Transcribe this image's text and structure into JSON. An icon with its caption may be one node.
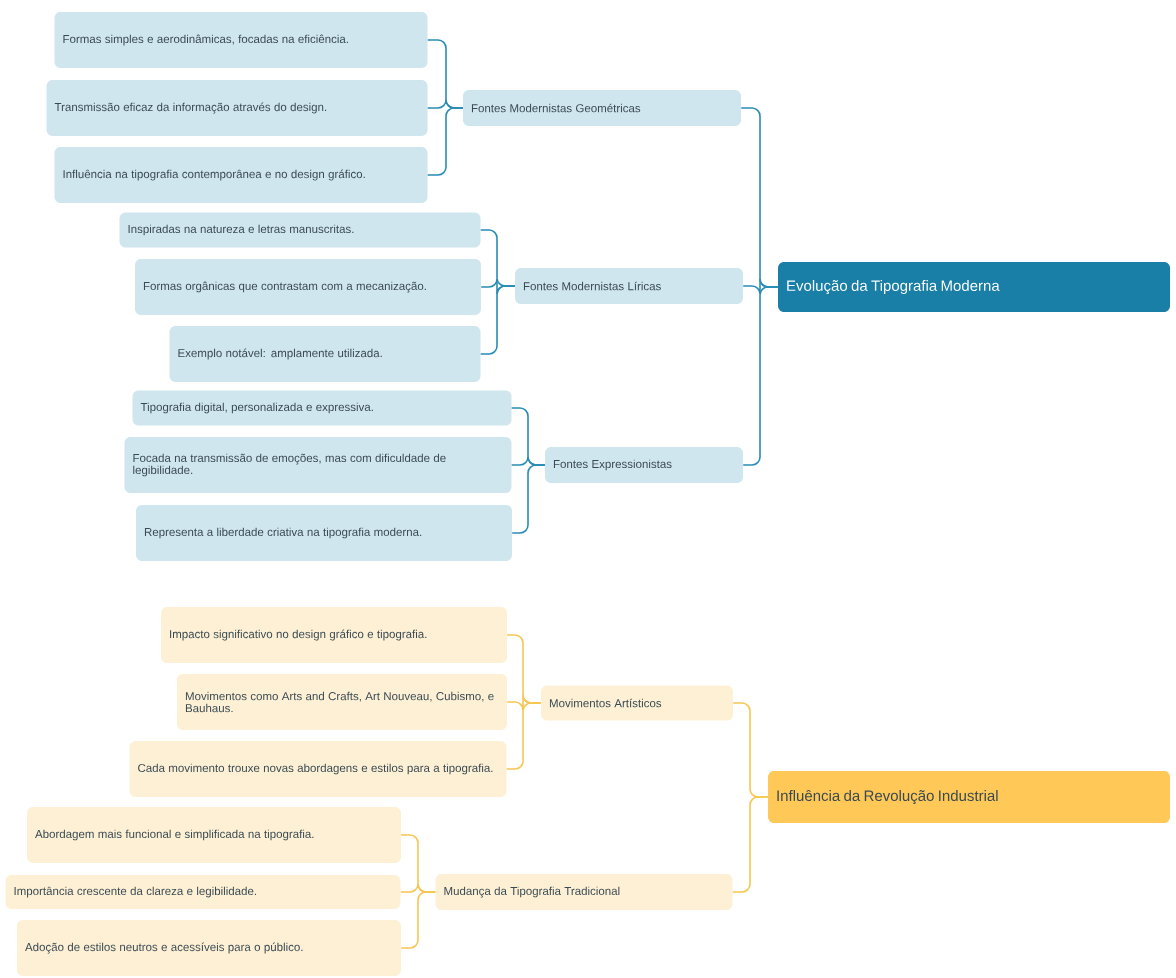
{
  "diagram": {
    "nodes": [
      {
        "text": [
          "Evolução da Tipografia Moderna"
        ]
      },
      {
        "text": [
          "Fontes Modernistas Geométricas"
        ]
      },
      {
        "text": [
          "Formas simples e aerodinâmicas, focadas na eficiência."
        ]
      },
      {
        "text": [
          "Transmissão eficaz da informação através do design."
        ]
      },
      {
        "text": [
          "Influência na tipografia contemporânea e no design gráfico."
        ]
      },
      {
        "text": [
          "Fontes Modernistas Líricas"
        ]
      },
      {
        "text": [
          "Inspiradas na natureza e letras manuscritas."
        ]
      },
      {
        "text": [
          "Formas orgânicas que contrastam com a mecanização."
        ]
      },
      {
        "text": [
          "Exemplo notável: amplamente utilizada."
        ]
      },
      {
        "text": [
          "Fontes Expressionistas"
        ]
      },
      {
        "text": [
          "Tipografia digital, personalizada e expressiva."
        ]
      },
      {
        "text": [
          "Focada na transmissão de emoções, mas com dificuldade de legibilidade."
        ]
      },
      {
        "text": [
          "Representa a liberdade criativa na tipografia moderna."
        ]
      },
      {
        "text": [
          "Influência da Revolução Industrial"
        ]
      },
      {
        "text": [
          "Movimentos Artísticos"
        ]
      },
      {
        "text": [
          "Impacto significativo no design gráfico e tipografia."
        ]
      },
      {
        "text": [
          "Movimentos como Arts and Crafts, Art Nouveau, Cubismo, e Bauhaus."
        ]
      },
      {
        "text": [
          "Cada movimento trouxe novas abordagens e estilos para a tipografia."
        ]
      },
      {
        "text": [
          "Mudança da Tipografia Tradicional"
        ]
      },
      {
        "text": [
          "Abordagem mais funcional e simplificada na tipografia."
        ]
      },
      {
        "text": [
          "Importância crescente da clareza e legibilidade."
        ]
      },
      {
        "text": [
          "Adoção de estilos neutros e acessíveis para o público."
        ]
      }
    ],
    "edges": [
      {
        "from": 0,
        "to": 1,
        "arrow": "none"
      },
      {
        "from": 1,
        "to": 2,
        "arrow": "none"
      },
      {
        "from": 1,
        "to": 3,
        "arrow": "none"
      },
      {
        "from": 1,
        "to": 4,
        "arrow": "none"
      },
      {
        "from": 0,
        "to": 5,
        "arrow": "none"
      },
      {
        "from": 5,
        "to": 6,
        "arrow": "none"
      },
      {
        "from": 5,
        "to": 7,
        "arrow": "none"
      },
      {
        "from": 5,
        "to": 8,
        "arrow": "none"
      },
      {
        "from": 0,
        "to": 9,
        "arrow": "none"
      },
      {
        "from": 9,
        "to": 10,
        "arrow": "none"
      },
      {
        "from": 9,
        "to": 11,
        "arrow": "none"
      },
      {
        "from": 9,
        "to": 12,
        "arrow": "none"
      },
      {
        "from": 13,
        "to": 14,
        "arrow": "none",
        "color": "#f5c652"
      },
      {
        "from": 14,
        "to": 15,
        "arrow": "none",
        "color": "#f5c652"
      },
      {
        "from": 14,
        "to": 16,
        "arrow": "none",
        "color": "#f5c652"
      },
      {
        "from": 14,
        "to": 17,
        "arrow": "none",
        "color": "#f5c652"
      },
      {
        "from": 13,
        "to": 18,
        "arrow": "none",
        "color": "#f5c652"
      },
      {
        "from": 18,
        "to": 19,
        "arrow": "none",
        "color": "#f5c652"
      },
      {
        "from": 18,
        "to": 20,
        "arrow": "none",
        "color": "#f5c652"
      },
      {
        "from": 18,
        "to": 21,
        "arrow": "none",
        "color": "#f5c652"
      }
    ]
  }
}
